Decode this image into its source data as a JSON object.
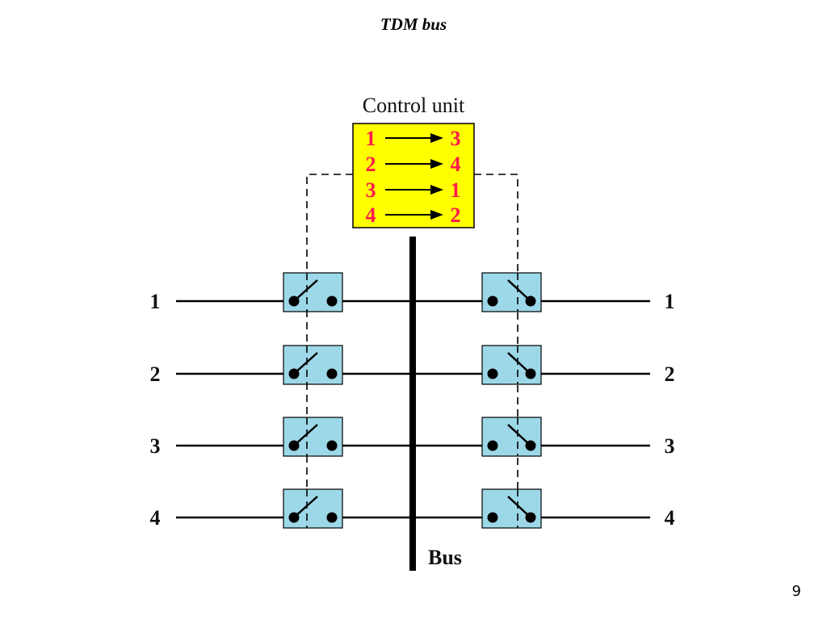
{
  "slide": {
    "title": "TDM bus",
    "page_number": "9"
  },
  "control_unit": {
    "label": "Control unit",
    "fill_color": "#ffff00",
    "text_color": "#ff1a4b",
    "mappings": [
      {
        "from": "1",
        "to": "3"
      },
      {
        "from": "2",
        "to": "4"
      },
      {
        "from": "3",
        "to": "1"
      },
      {
        "from": "4",
        "to": "2"
      }
    ]
  },
  "bus": {
    "label": "Bus"
  },
  "switch_color": "#9dd8e8",
  "input_lines": [
    "1",
    "2",
    "3",
    "4"
  ],
  "output_lines": [
    "1",
    "2",
    "3",
    "4"
  ]
}
